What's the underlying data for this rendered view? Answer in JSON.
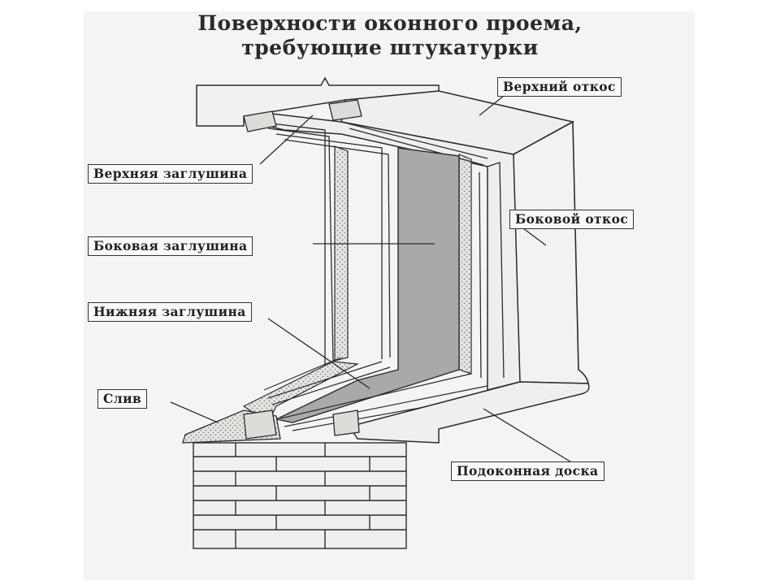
{
  "title": {
    "line1": "Поверхности оконного проема,",
    "line2": "требующие штукатурки"
  },
  "labels": {
    "top_reveal": "Верхний откос",
    "top_plug": "Верхняя заглушина",
    "side_reveal": "Боковой откос",
    "side_plug": "Боковая заглушина",
    "bottom_plug": "Нижняя заглушина",
    "drip": "Слив",
    "sill_board": "Подоконная доска"
  },
  "colors": {
    "background": "#f4f4f2",
    "line": "#2b2b2b",
    "glass": "#a9a9a7",
    "plaster": "#d9d9d5"
  }
}
